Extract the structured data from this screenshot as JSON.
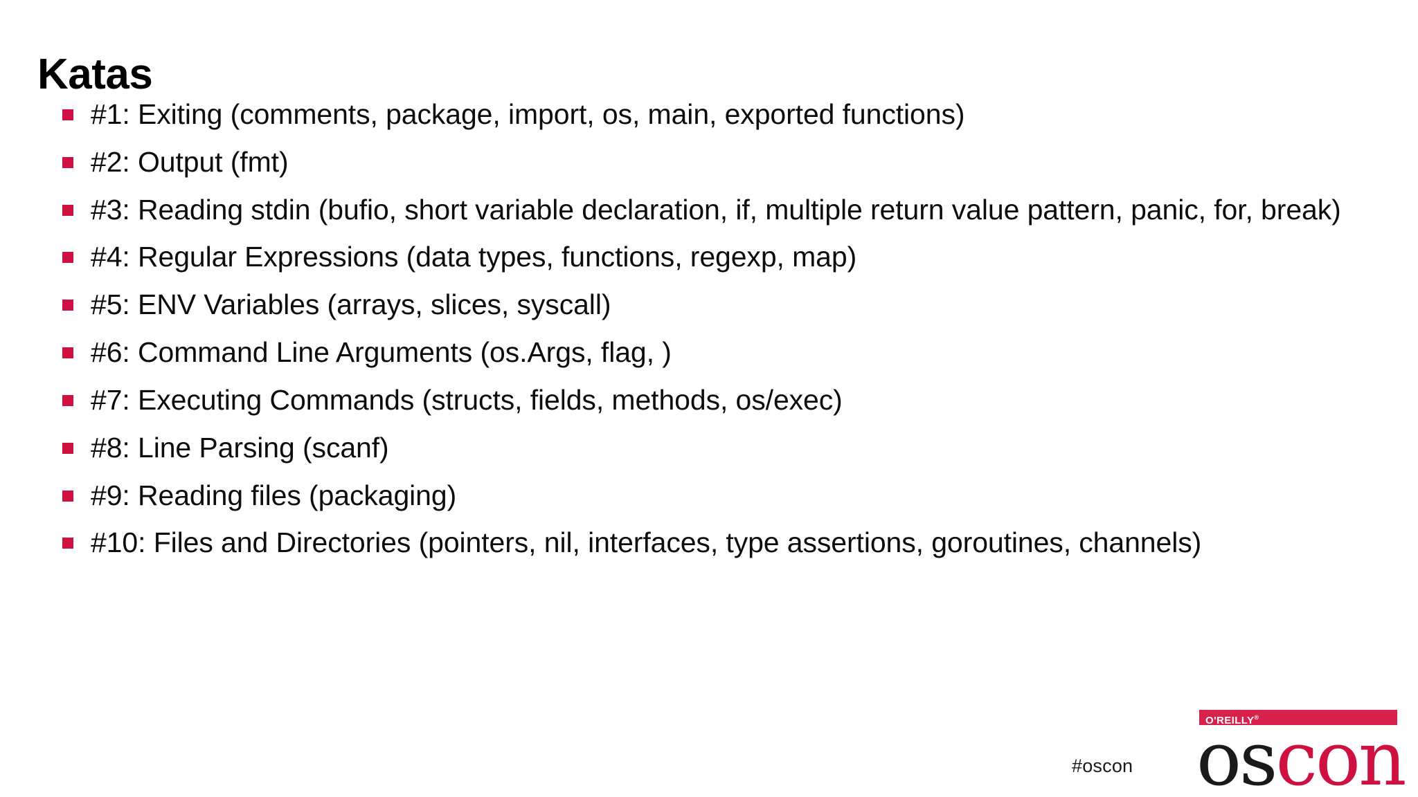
{
  "slide": {
    "title": "Katas",
    "bullets": [
      {
        "text": "#1: Exiting (comments, package, import, os, main, exported functions)"
      },
      {
        "text": "#2: Output (fmt)"
      },
      {
        "text": "#3: Reading stdin (bufio, short variable declaration, if, multiple return value pattern, panic, for, break)"
      },
      {
        "text": "#4: Regular Expressions (data types, functions, regexp, map)"
      },
      {
        "text": "#5: ENV Variables (arrays, slices, syscall)"
      },
      {
        "text": "#6: Command Line Arguments (os.Args, flag, )"
      },
      {
        "text": "#7: Executing Commands (structs, fields, methods, os/exec)"
      },
      {
        "text": "#8: Line Parsing (scanf)"
      },
      {
        "text": "#9: Reading files (packaging)"
      },
      {
        "text": "#10: Files and Directories (pointers, nil, interfaces, type assertions, goroutines, channels)"
      }
    ]
  },
  "footer": {
    "hashtag": "#oscon",
    "logo": {
      "publisher": "O'REILLY",
      "registered_mark": "®",
      "name_dark": "os",
      "name_accent": "con"
    }
  },
  "colors": {
    "accent_red": "#CE1141",
    "band_red": "#D6224B",
    "text": "#0d0d0d",
    "background": "#ffffff"
  }
}
